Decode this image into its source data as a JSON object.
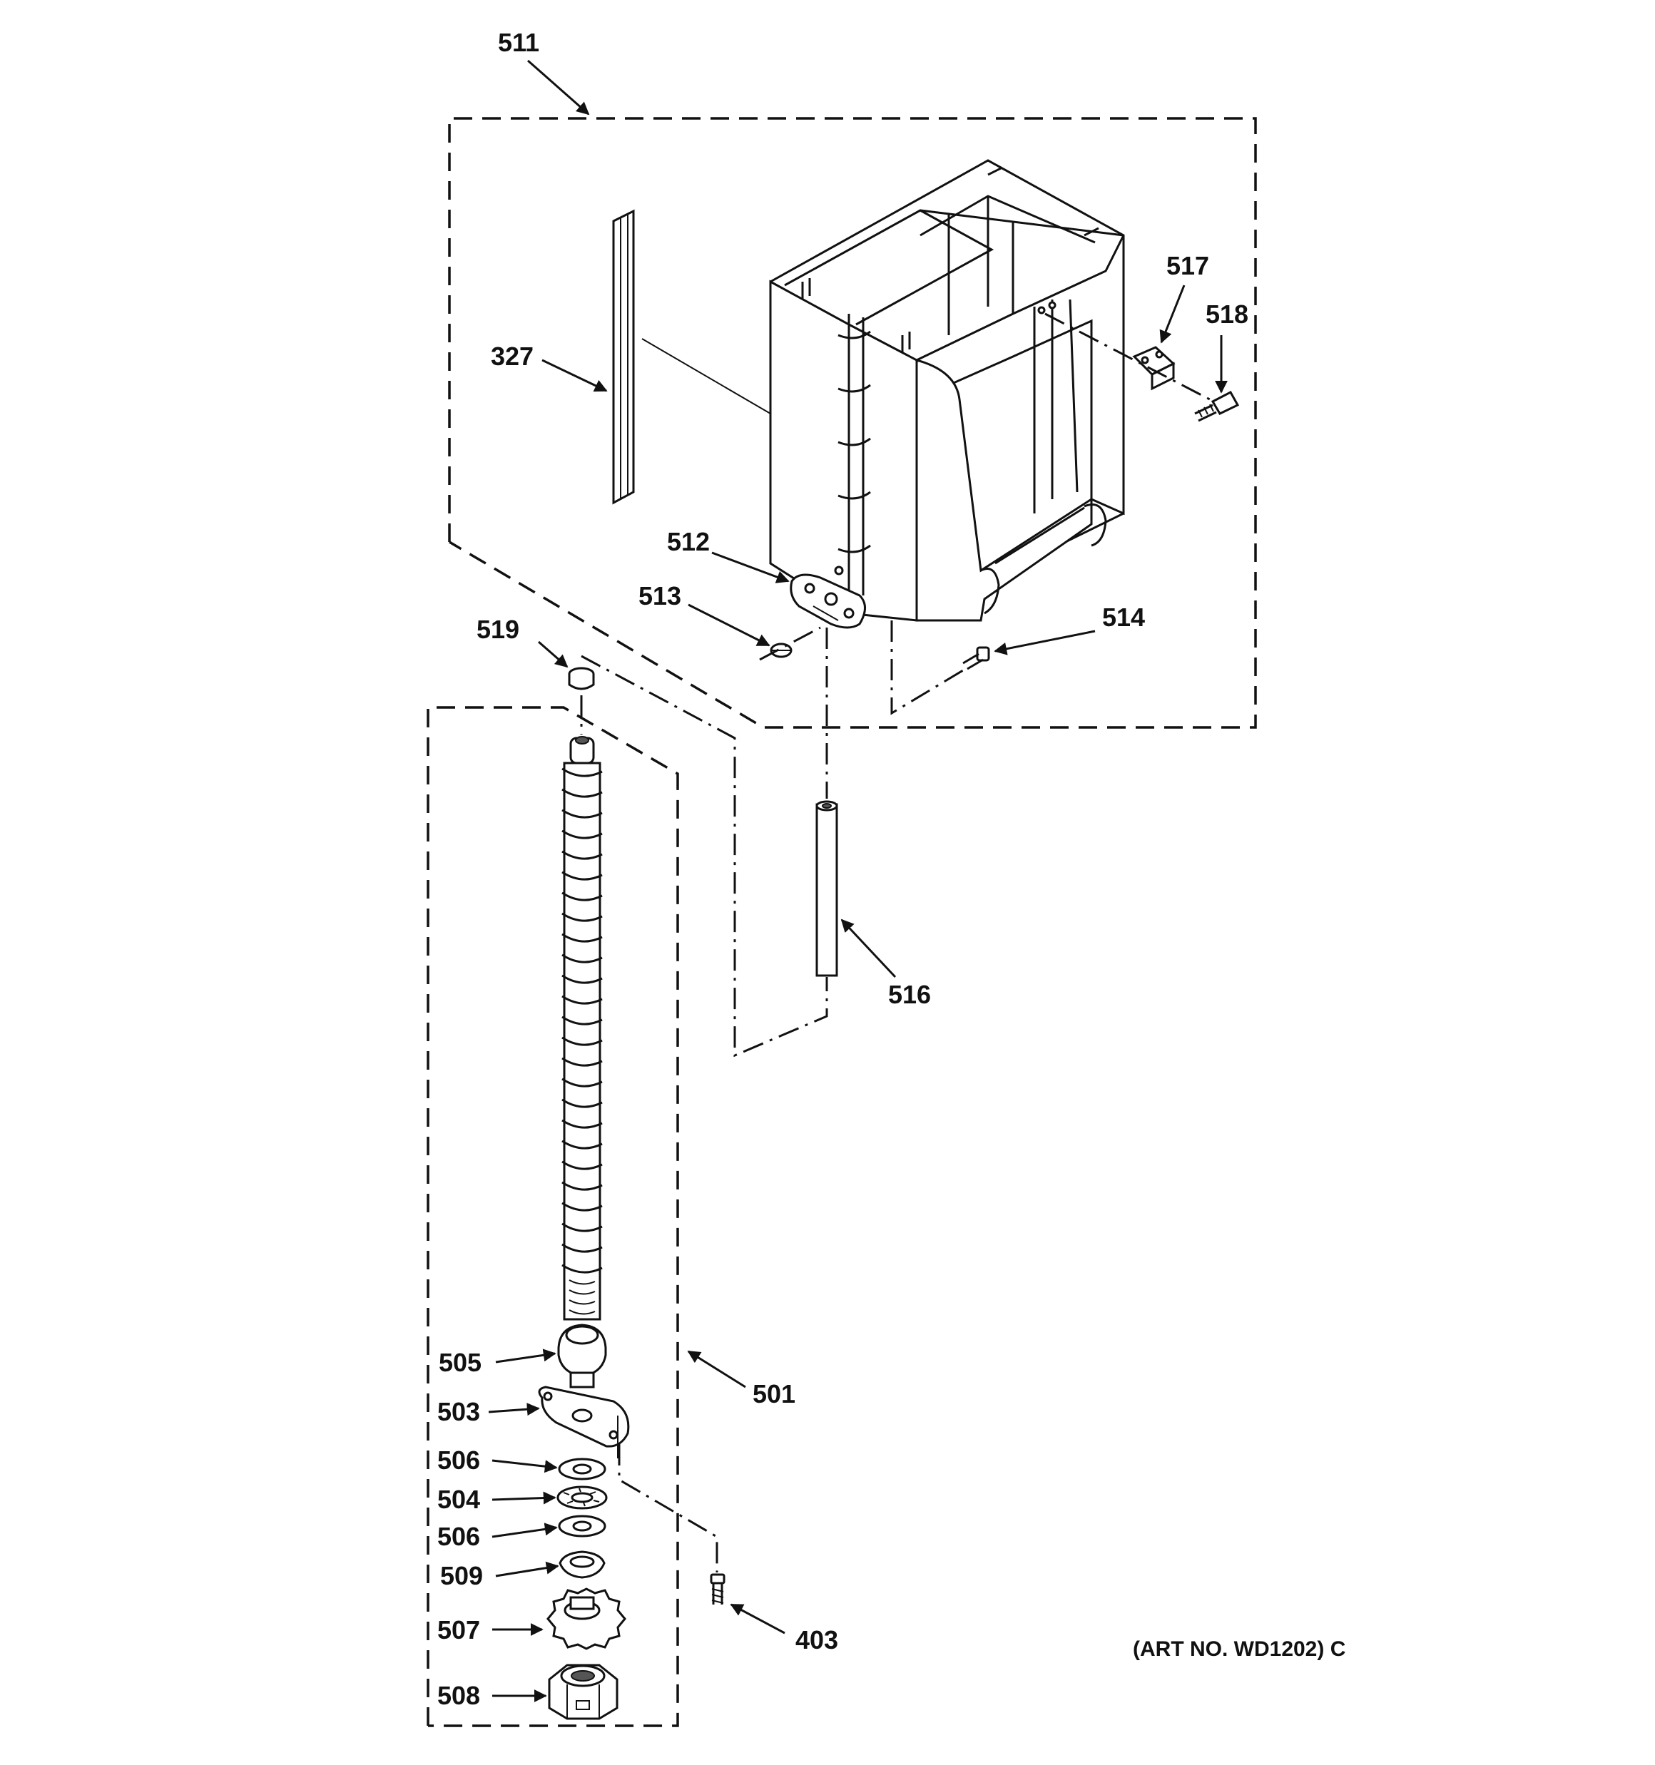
{
  "diagram": {
    "callouts": {
      "c511": "511",
      "c327": "327",
      "c517": "517",
      "c518": "518",
      "c512": "512",
      "c513": "513",
      "c514": "514",
      "c519": "519",
      "c516": "516",
      "c505": "505",
      "c501": "501",
      "c503": "503",
      "c506a": "506",
      "c504": "504",
      "c506b": "506",
      "c509": "509",
      "c507": "507",
      "c403": "403",
      "c508": "508"
    },
    "art_number": "(ART NO. WD1202) C"
  }
}
